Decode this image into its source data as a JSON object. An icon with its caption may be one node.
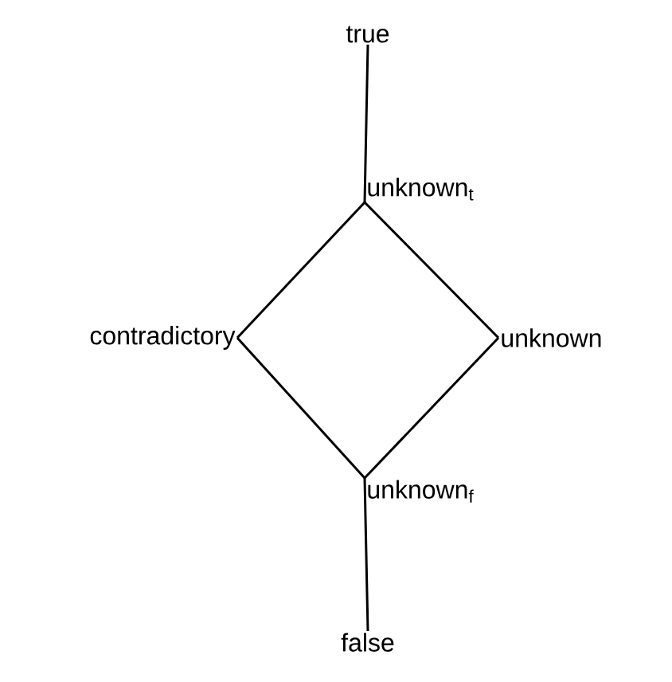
{
  "diagram": {
    "nodes": [
      {
        "text": [
          "true"
        ]
      },
      {
        "text": [
          "unknown$_{t}$"
        ]
      },
      {
        "text": [
          "contradictory"
        ]
      },
      {
        "text": [
          "unknown"
        ]
      },
      {
        "text": [
          "unknown$_{f}$"
        ]
      },
      {
        "text": [
          "false"
        ]
      }
    ],
    "edges": [
      {
        "from": 0,
        "to": 1,
        "arrow": "none"
      },
      {
        "from": 1,
        "to": 2,
        "arrow": "none"
      },
      {
        "from": 1,
        "to": 3,
        "arrow": "none"
      },
      {
        "from": 2,
        "to": 4,
        "arrow": "none"
      },
      {
        "from": 3,
        "to": 4,
        "arrow": "none"
      },
      {
        "from": 4,
        "to": 5,
        "arrow": "none"
      }
    ]
  }
}
